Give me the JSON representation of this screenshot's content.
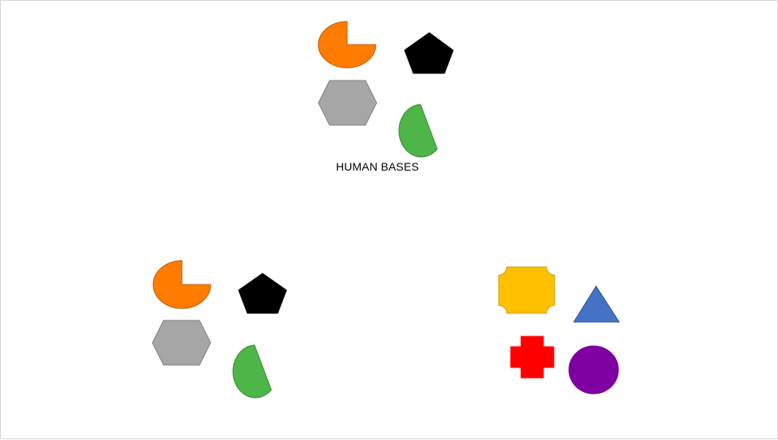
{
  "caption": "HUMAN BASES",
  "colors": {
    "orange": "#FF7C00",
    "orange_stroke": "#C25A00",
    "black": "#000000",
    "gray": "#A6A6A6",
    "gray_stroke": "#7F7F7F",
    "green": "#4EB548",
    "green_stroke": "#3A8A35",
    "yellow": "#FFC000",
    "yellow_stroke": "#C9A000",
    "blue": "#4472C4",
    "blue_stroke": "#2F528F",
    "red": "#FF0000",
    "purple": "#7F00A0"
  },
  "groups": [
    {
      "id": "human-bases",
      "shapes": [
        "orange-pie",
        "black-pentagon",
        "gray-hexagon",
        "green-chord"
      ]
    },
    {
      "id": "lower-left-group",
      "shapes": [
        "orange-pie",
        "black-pentagon",
        "gray-hexagon",
        "green-chord"
      ]
    },
    {
      "id": "lower-right-group",
      "shapes": [
        "yellow-plaque",
        "blue-triangle",
        "red-cross",
        "purple-circle"
      ]
    }
  ]
}
